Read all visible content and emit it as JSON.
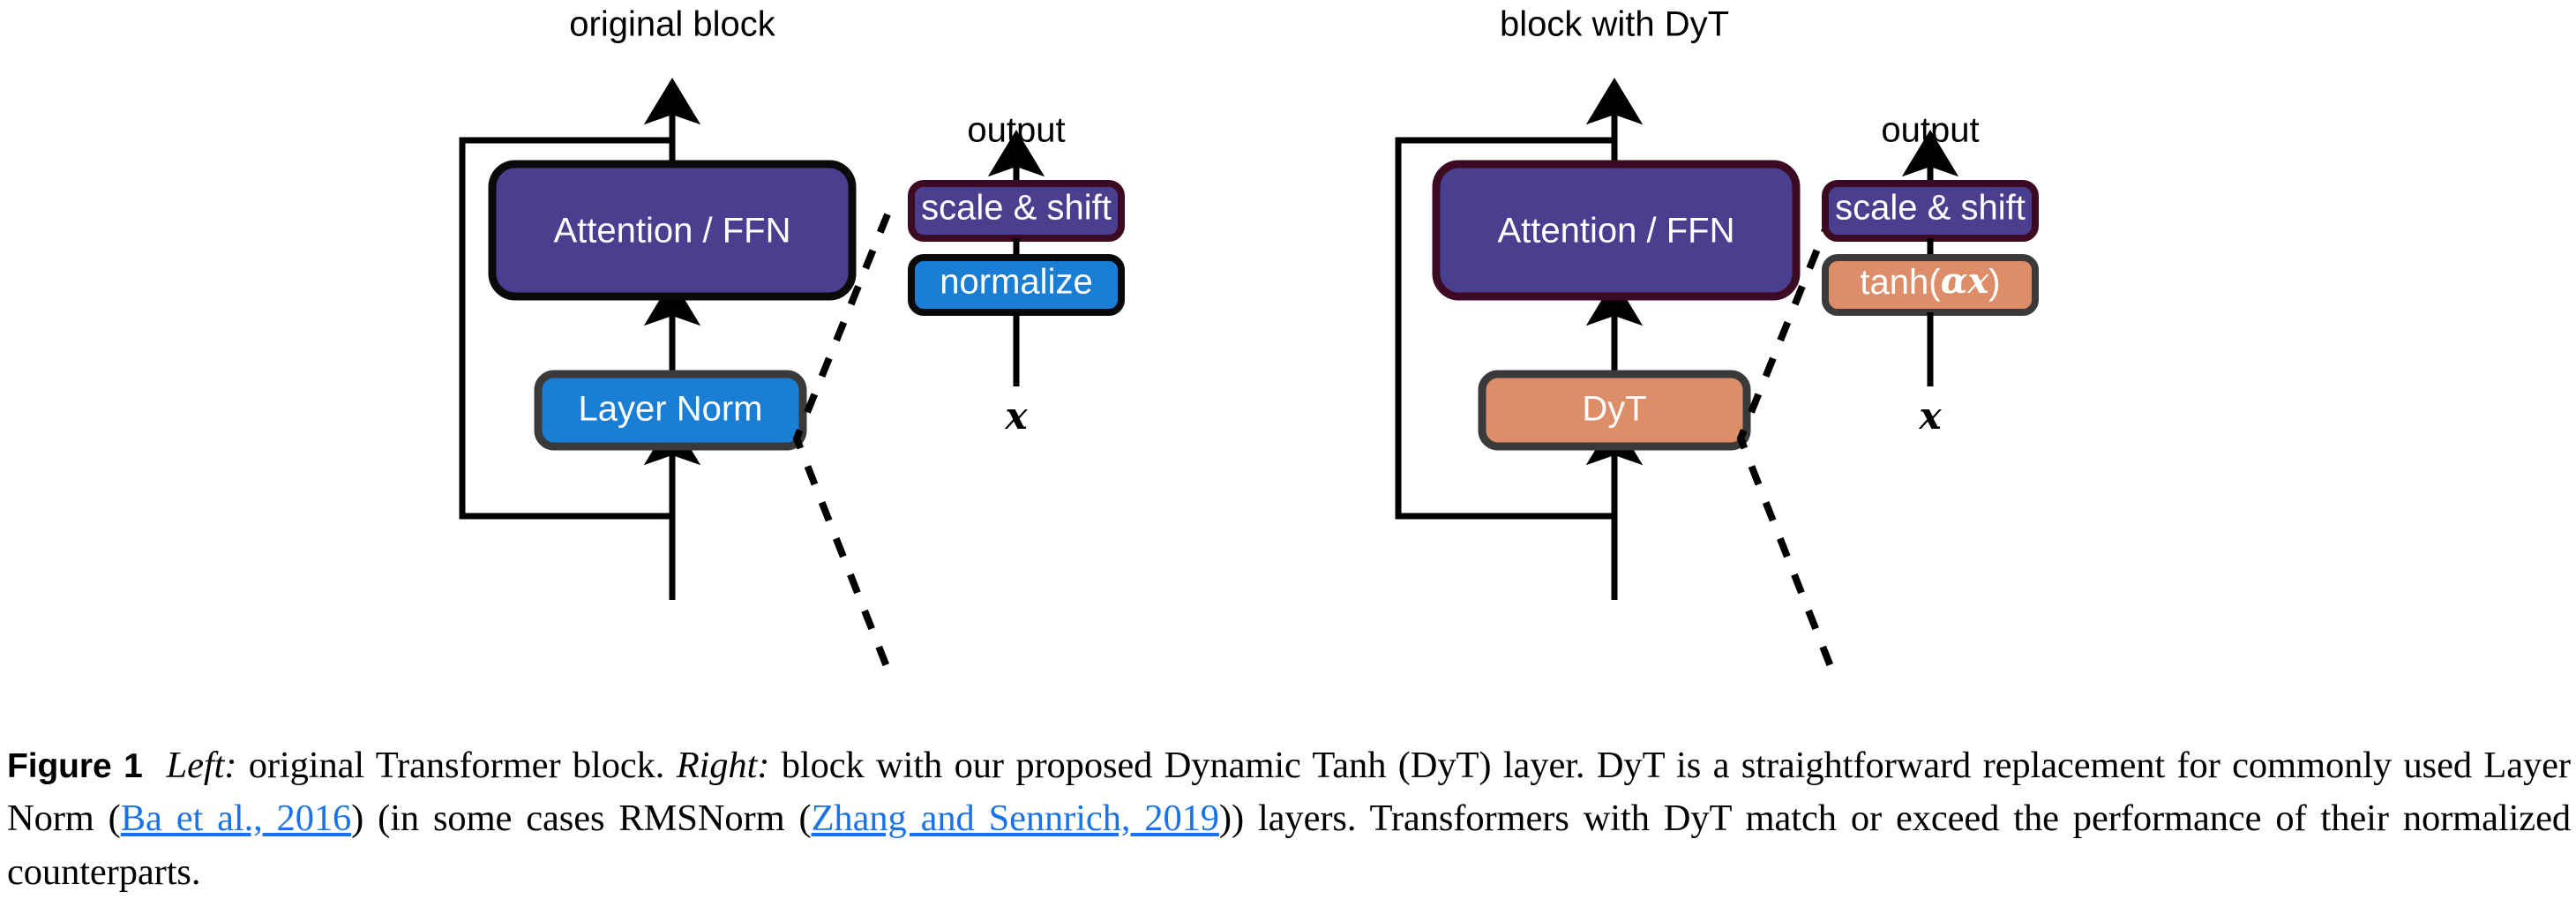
{
  "figure": {
    "panels": [
      {
        "id": "left",
        "title": "original block",
        "block_boxes": [
          {
            "name": "attention-ffn",
            "label": "Attention / FFN",
            "fill": "#4a3f8f",
            "stroke": "#0a0a0a"
          },
          {
            "name": "layer-norm",
            "label": "Layer Norm",
            "fill": "#1a7fd4",
            "stroke": "#3a3a3a"
          }
        ],
        "detail": {
          "output_label": "output",
          "input_label": "x",
          "boxes": [
            {
              "name": "scale-shift",
              "label": "scale & shift",
              "fill": "#4a3f8f",
              "stroke": "#3c0a22"
            },
            {
              "name": "normalize",
              "label": "normalize",
              "fill": "#1a7fd4",
              "stroke": "#0a0a0a"
            }
          ]
        }
      },
      {
        "id": "right",
        "title": "block with DyT",
        "block_boxes": [
          {
            "name": "attention-ffn",
            "label": "Attention / FFN",
            "fill": "#4a3f8f",
            "stroke": "#3c0a22"
          },
          {
            "name": "dyt",
            "label": "DyT",
            "fill": "#dd8e68",
            "stroke": "#3a3a3a"
          }
        ],
        "detail": {
          "output_label": "output",
          "input_label": "x",
          "boxes": [
            {
              "name": "scale-shift",
              "label": "scale & shift",
              "fill": "#4a3f8f",
              "stroke": "#3c0a22"
            },
            {
              "name": "tanh-alpha-x",
              "label_prefix": "tanh(",
              "label_alpha": "α",
              "label_var": "x",
              "label_suffix": ")",
              "fill": "#dd8e68",
              "stroke": "#3a3a3a"
            }
          ]
        }
      }
    ]
  },
  "caption": {
    "figure_number": "Figure 1",
    "seg1_em": "Left:",
    "seg2": " original Transformer block. ",
    "seg3_em": "Right:",
    "seg4": " block with our proposed Dynamic Tanh (DyT) layer. DyT is a straightforward replacement for commonly used Layer Norm (",
    "cite1": "Ba et al., 2016",
    "seg5": ") (in some cases RMSNorm (",
    "cite2": "Zhang and Sennrich, 2019",
    "seg6": ")) layers. Transformers with DyT match or exceed the performance of their normalized counterparts."
  },
  "colors": {
    "purple": "#4a3f8f",
    "blue": "#1a7fd4",
    "orange": "#dd8e68",
    "link_blue": "#1a73e8",
    "dark_stroke": "#0a0a0a",
    "maroon_stroke": "#3c0a22",
    "gray_stroke": "#3a3a3a"
  }
}
